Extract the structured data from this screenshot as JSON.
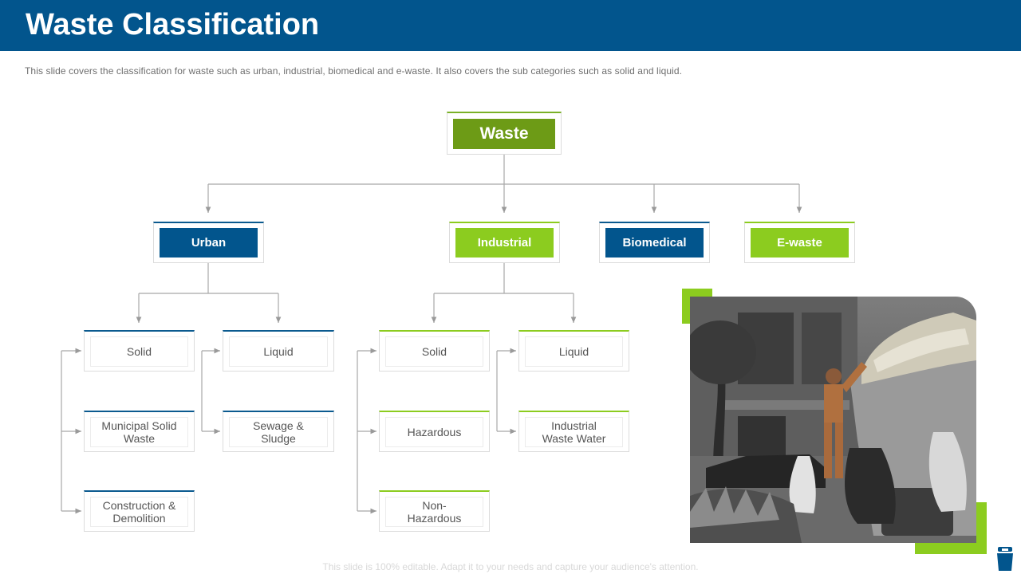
{
  "header": {
    "title": "Waste Classification"
  },
  "subtitle": "This slide covers the classification for waste such as urban,  industrial, biomedical and e-waste.  It also covers  the sub categories such as solid and liquid.",
  "diagram": {
    "root": "Waste",
    "categories": [
      "Urban",
      "Industrial",
      "Biomedical",
      "E-waste"
    ],
    "urban": {
      "solid": "Solid",
      "liquid": "Liquid",
      "solid_items": [
        "Municipal Solid Waste",
        "Construction & Demolition"
      ],
      "liquid_items": [
        "Sewage & Sludge"
      ]
    },
    "industrial": {
      "solid": "Solid",
      "liquid": "Liquid",
      "solid_items": [
        "Hazardous",
        "Non-Hazardous"
      ],
      "liquid_items": [
        "Industrial Waste Water"
      ]
    }
  },
  "colors": {
    "header": "#02558d",
    "blue": "#02558d",
    "green": "#8ccc1f",
    "olive": "#6d9b16"
  },
  "footer": "This slide is 100% editable. Adapt it to your needs and capture your audience's attention."
}
